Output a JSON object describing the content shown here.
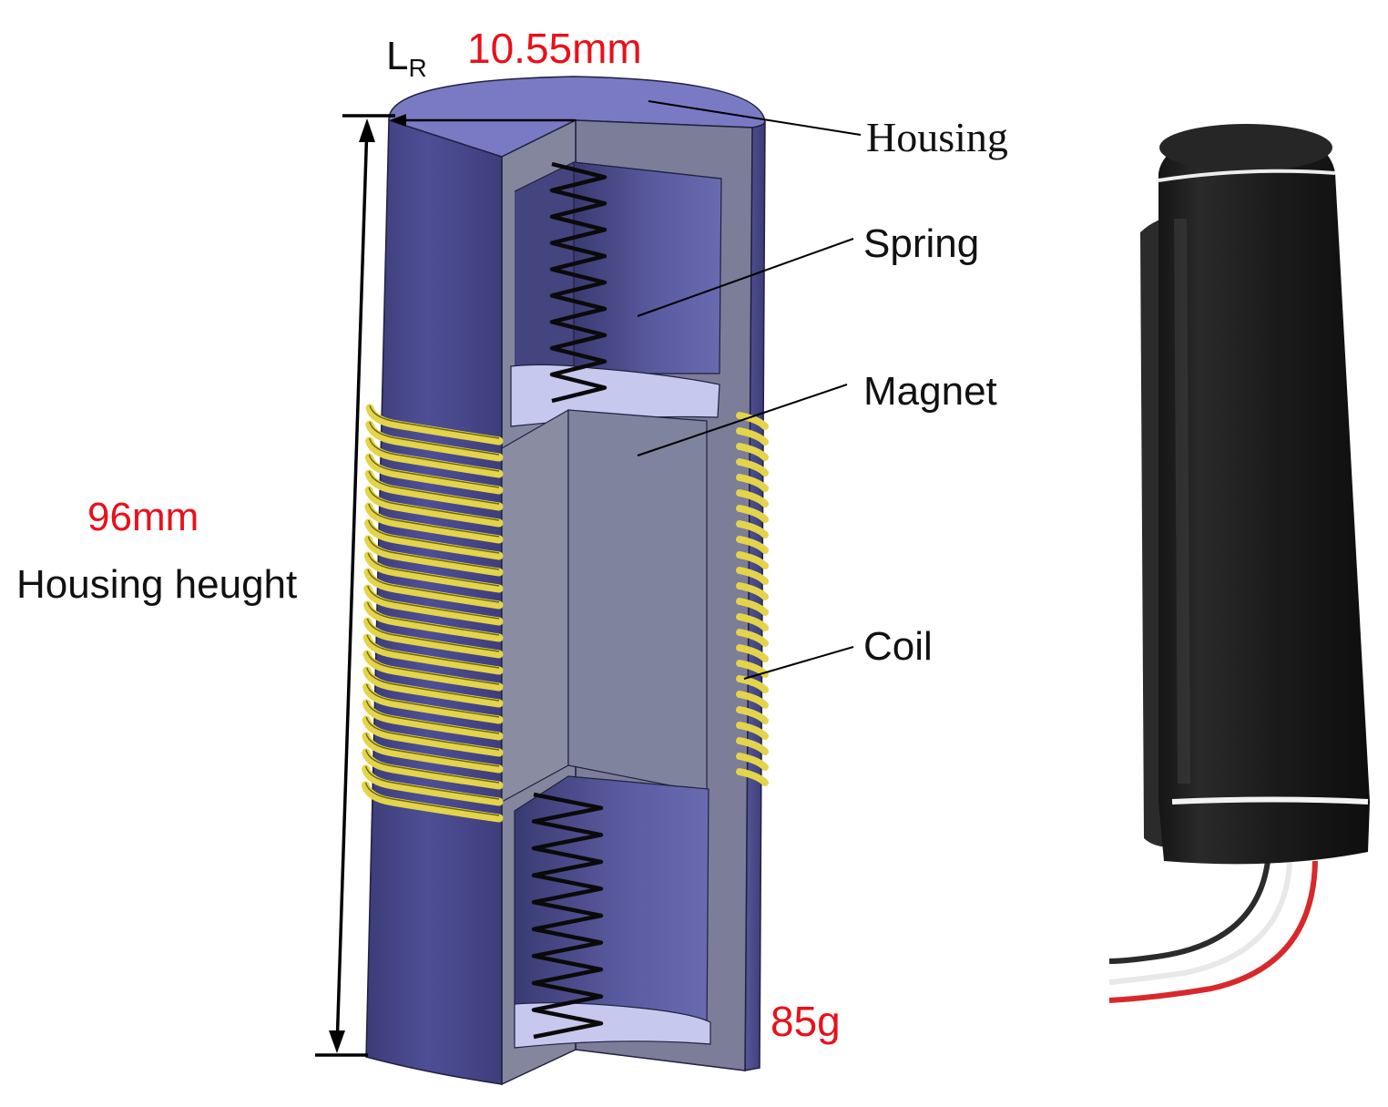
{
  "labels": {
    "lr_symbol": "L",
    "lr_subscript": "R",
    "radius_value": "10.55mm",
    "height_value": "96mm",
    "height_caption": "Housing heught",
    "mass_value": "85g"
  },
  "parts": {
    "housing": "Housing",
    "spring": "Spring",
    "magnet": "Magnet",
    "coil": "Coil"
  },
  "colors": {
    "housing_outer": "#4a4a8c",
    "housing_top": "#7b7bc6",
    "housing_wall": "#7e7f9c",
    "magnet": "#888aa0",
    "coil": "#e6d64a",
    "spring": "#111111",
    "annotation_red": "#e8111a",
    "photo_body": "#1c1c1c",
    "wire_red": "#d8282c"
  }
}
